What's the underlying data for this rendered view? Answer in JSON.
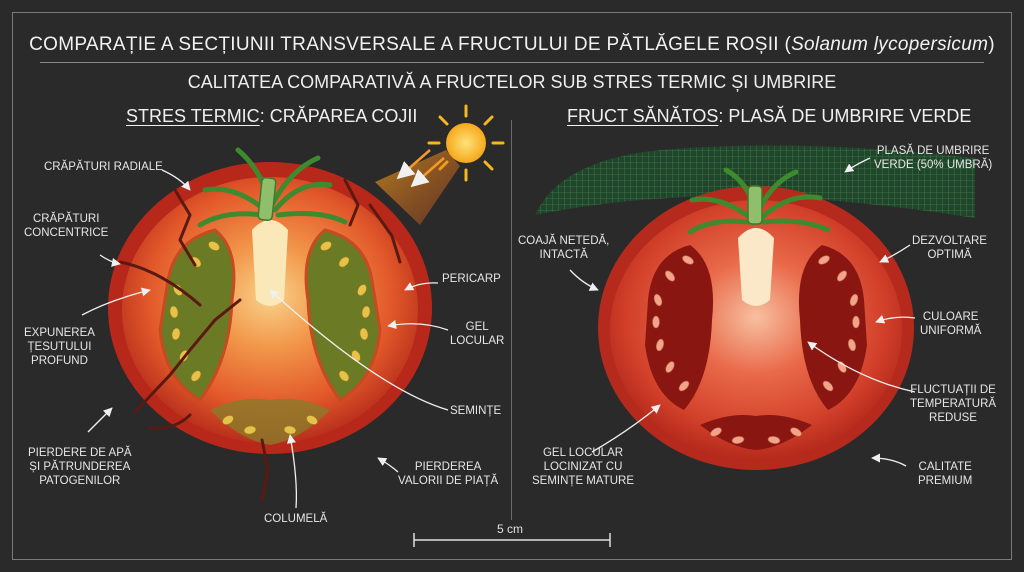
{
  "header": {
    "title_main": "COMPARAȚIE A SECȚIUNII TRANSVERSALE A FRUCTULUI DE PĂTLĂGELE ROȘII (",
    "title_species": "Solanum lycopersicum",
    "title_close": ")",
    "subtitle": "CALITATEA COMPARATIVĂ A FRUCTELOR SUB STRES TERMIC ȘI UMBRIRE"
  },
  "left_panel": {
    "heading_underlined": "STRES TERMIC",
    "heading_rest": ": CRĂPAREA COJII",
    "labels": {
      "radial_cracks": "CRĂPĂTURI RADIALE",
      "concentric_cracks": "CRĂPĂTURI\nCONCENTRICE",
      "deep_tissue": "EXPUNEREA\nȚESUTULUI\nPROFUND",
      "water_loss": "PIERDERE DE APĂ\nȘI PĂTRUNDEREA\nPATOGENILOR",
      "columella": "COLUMELĂ",
      "pericarp": "PERICARP",
      "locular_gel": "GEL\nLOCULAR",
      "seeds": "SEMINȚE",
      "market_value": "PIERDEREA\nVALORII DE PIAȚĂ"
    }
  },
  "right_panel": {
    "heading_underlined": "FRUCT SĂNĂTOS",
    "heading_rest": ": PLASĂ DE UMBRIRE VERDE",
    "labels": {
      "shade_net": "PLASĂ DE UMBRIRE\nVERDE (50% UMBRĂ)",
      "smooth_skin": "COAJĂ NETEDĂ,\nINTACTĂ",
      "optimal_dev": "DEZVOLTARE\nOPTIMĂ",
      "uniform_color": "CULOARE\nUNIFORMĂ",
      "temp_fluct": "FLUCTUAȚII DE\nTEMPERATURĂ\nREDUSE",
      "premium": "CALITATE\nPREMIUM",
      "mature_gel": "GEL LOCULAR\nLOCINIZAT CU\nSEMINȚE MATURE"
    }
  },
  "scale_bar": {
    "label": "5 cm"
  },
  "colors": {
    "background": "#2a2a2a",
    "tomato_red": "#c8321e",
    "pericarp_orange": "#e8652a",
    "gel_green": "#7a8a2a",
    "seed_yellow": "#e6c24a",
    "sun": "#f5b81f",
    "net_green": "#2f6b3c",
    "stem_green": "#3e8a2e"
  },
  "icons": [
    "sun-icon",
    "shade-net-icon",
    "tomato-cross-section-icon"
  ]
}
